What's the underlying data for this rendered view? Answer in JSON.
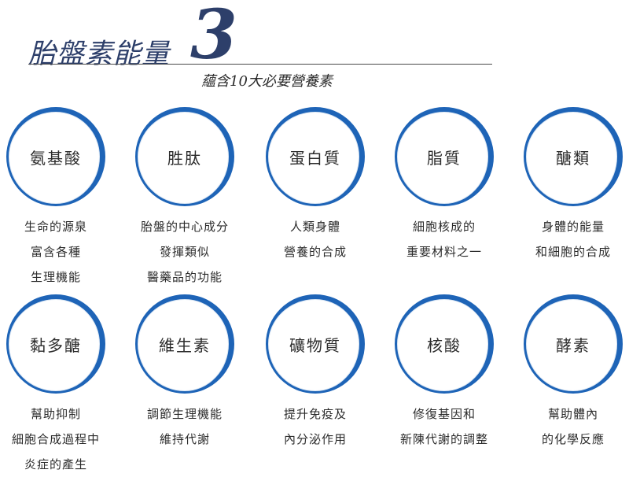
{
  "header": {
    "title": "胎盤素能量",
    "title_number": "3",
    "subtitle": "蘊含10大必要營養素"
  },
  "colors": {
    "title": "#2d3f6a",
    "ring": "#1e64b7",
    "text": "#2b2b2b"
  },
  "nutrients": [
    {
      "name": "氨基酸",
      "lines": [
        "生命的源泉",
        "富含各種",
        "生理機能"
      ]
    },
    {
      "name": "胜肽",
      "lines": [
        "胎盤的中心成分",
        "發揮類似",
        "醫藥品的功能"
      ]
    },
    {
      "name": "蛋白質",
      "lines": [
        "人類身體",
        "營養的合成"
      ]
    },
    {
      "name": "脂質",
      "lines": [
        "細胞核成的",
        "重要材料之一"
      ]
    },
    {
      "name": "醣類",
      "lines": [
        "身體的能量",
        "和細胞的合成"
      ]
    },
    {
      "name": "黏多醣",
      "lines": [
        "幫助抑制",
        "細胞合成過程中",
        "炎症的產生"
      ]
    },
    {
      "name": "維生素",
      "lines": [
        "調節生理機能",
        "維持代謝"
      ]
    },
    {
      "name": "礦物質",
      "lines": [
        "提升免疫及",
        "內分泌作用"
      ]
    },
    {
      "name": "核酸",
      "lines": [
        "修復基因和",
        "新陳代謝的調整"
      ]
    },
    {
      "name": "酵素",
      "lines": [
        "幫助體內",
        "的化學反應"
      ]
    }
  ]
}
